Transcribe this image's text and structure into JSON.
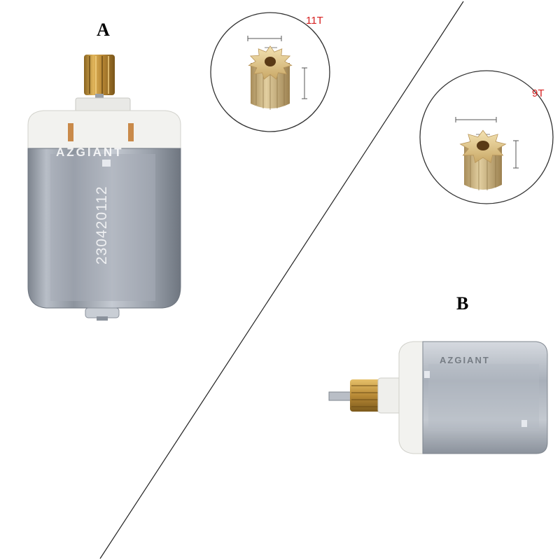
{
  "panels": {
    "a": {
      "label": "A",
      "brand": "AZGIANT",
      "serial": "230420112"
    },
    "b": {
      "label": "B",
      "brand": "AZGIANT"
    }
  },
  "gears": {
    "large": {
      "teeth": "11T"
    },
    "small": {
      "teeth": "9T"
    }
  },
  "colors": {
    "divider": "#222222",
    "teeth_label": "#d62020",
    "brass": "#c8a24a",
    "steel": "#a7aeb8",
    "plastic": "#f2f2ef"
  }
}
